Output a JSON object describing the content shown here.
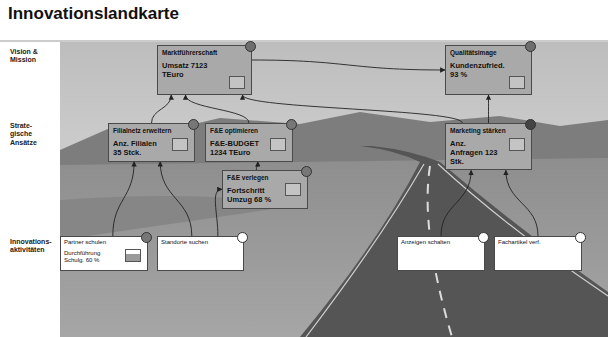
{
  "diagram": {
    "title": "Innovationslandkarte",
    "nodes": [
      {
        "text": [
          "Marktführerschaft",
          "Umsatz 7123 TEuro"
        ]
      },
      {
        "text": [
          "Qualitätsimage",
          "Kundenzufried. 93 %"
        ]
      },
      {
        "text": [
          "Filialnetz erweitern",
          "Anz. Filialen 35 Stck."
        ]
      },
      {
        "text": [
          "F&E optimieren",
          "F&E-BUDGET 1234 TEuro"
        ]
      },
      {
        "text": [
          "Marketing stärken",
          "Anz. Anfragen 123 Stk."
        ]
      },
      {
        "text": [
          "F&E verlegen",
          "Fortschritt Umzug 68 %"
        ]
      },
      {
        "text": [
          "Partner schulen",
          "Durchführung Schulg. 60 %"
        ]
      },
      {
        "text": [
          "Standorte suchen"
        ]
      },
      {
        "text": [
          "Anzeigen schalten"
        ]
      },
      {
        "text": [
          "Fachartikel verf."
        ]
      }
    ],
    "edges": [
      {
        "from": 2,
        "to": 0,
        "arrow": "to"
      },
      {
        "from": 3,
        "to": 0,
        "arrow": "to"
      },
      {
        "from": 4,
        "to": 0,
        "arrow": "to"
      },
      {
        "from": 0,
        "to": 1,
        "arrow": "to"
      },
      {
        "from": 4,
        "to": 1,
        "arrow": "to"
      },
      {
        "from": 5,
        "to": 3,
        "arrow": "to"
      },
      {
        "from": 6,
        "to": 2,
        "arrow": "to"
      },
      {
        "from": 7,
        "to": 2,
        "arrow": "to"
      },
      {
        "from": 7,
        "to": 5,
        "arrow": "to"
      },
      {
        "from": 8,
        "to": 4,
        "arrow": "to"
      },
      {
        "from": 9,
        "to": 4,
        "arrow": "to"
      }
    ],
    "labels": [
      "Vision & Mission",
      "Strate-gische Ansätze",
      "Innovations-aktivitäten"
    ]
  }
}
